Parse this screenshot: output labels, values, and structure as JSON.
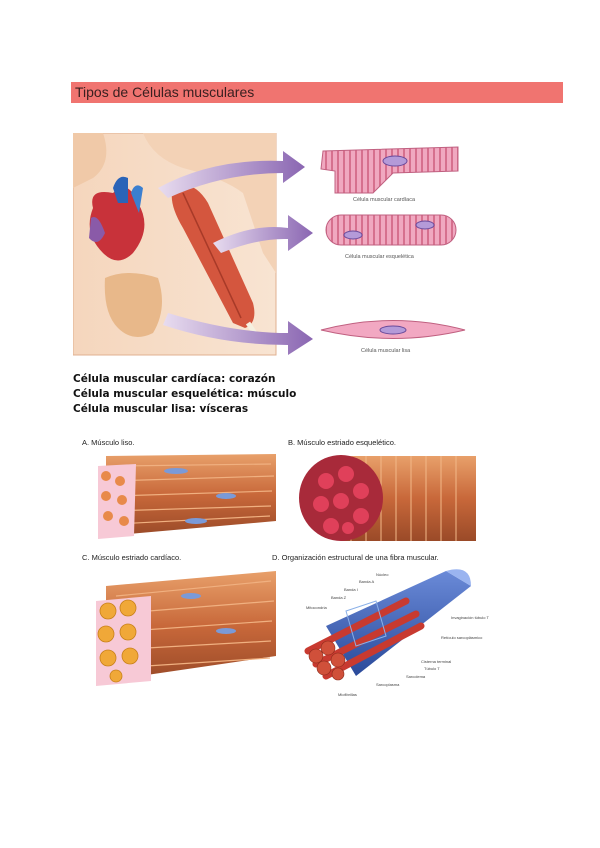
{
  "header": {
    "title": "Tipos de Células musculares"
  },
  "figure1": {
    "labels": {
      "cardiac": "Célula muscular cardíaca",
      "skeletal": "Célula muscular esquelética",
      "smooth": "Célula muscular lisa"
    }
  },
  "captions": [
    "Célula muscular cardíaca: corazón",
    "Célula muscular esquelética: músculo",
    "Célula muscular lisa: vísceras"
  ],
  "figure2": {
    "panels": {
      "a": "A. Músculo liso.",
      "b": "B. Músculo estriado esquelético.",
      "c": "C. Músculo estriado cardíaco.",
      "d": "D. Organización estructural de una fibra muscular."
    },
    "d_labels": [
      "Núcleo",
      "Banda A",
      "Banda I",
      "Banda Z",
      "Mitocondria",
      "Invaginación túbulo T",
      "Retículo sarcoplásmico",
      "Cisterna terminal",
      "Túbulo T",
      "Sarcolema",
      "Sarcoplasma",
      "Miofibrillas"
    ]
  },
  "colors": {
    "banner": "#f07470",
    "arrow": "#9a7ab8",
    "muscle": "#c8553a",
    "cell": "#e88aa8"
  }
}
